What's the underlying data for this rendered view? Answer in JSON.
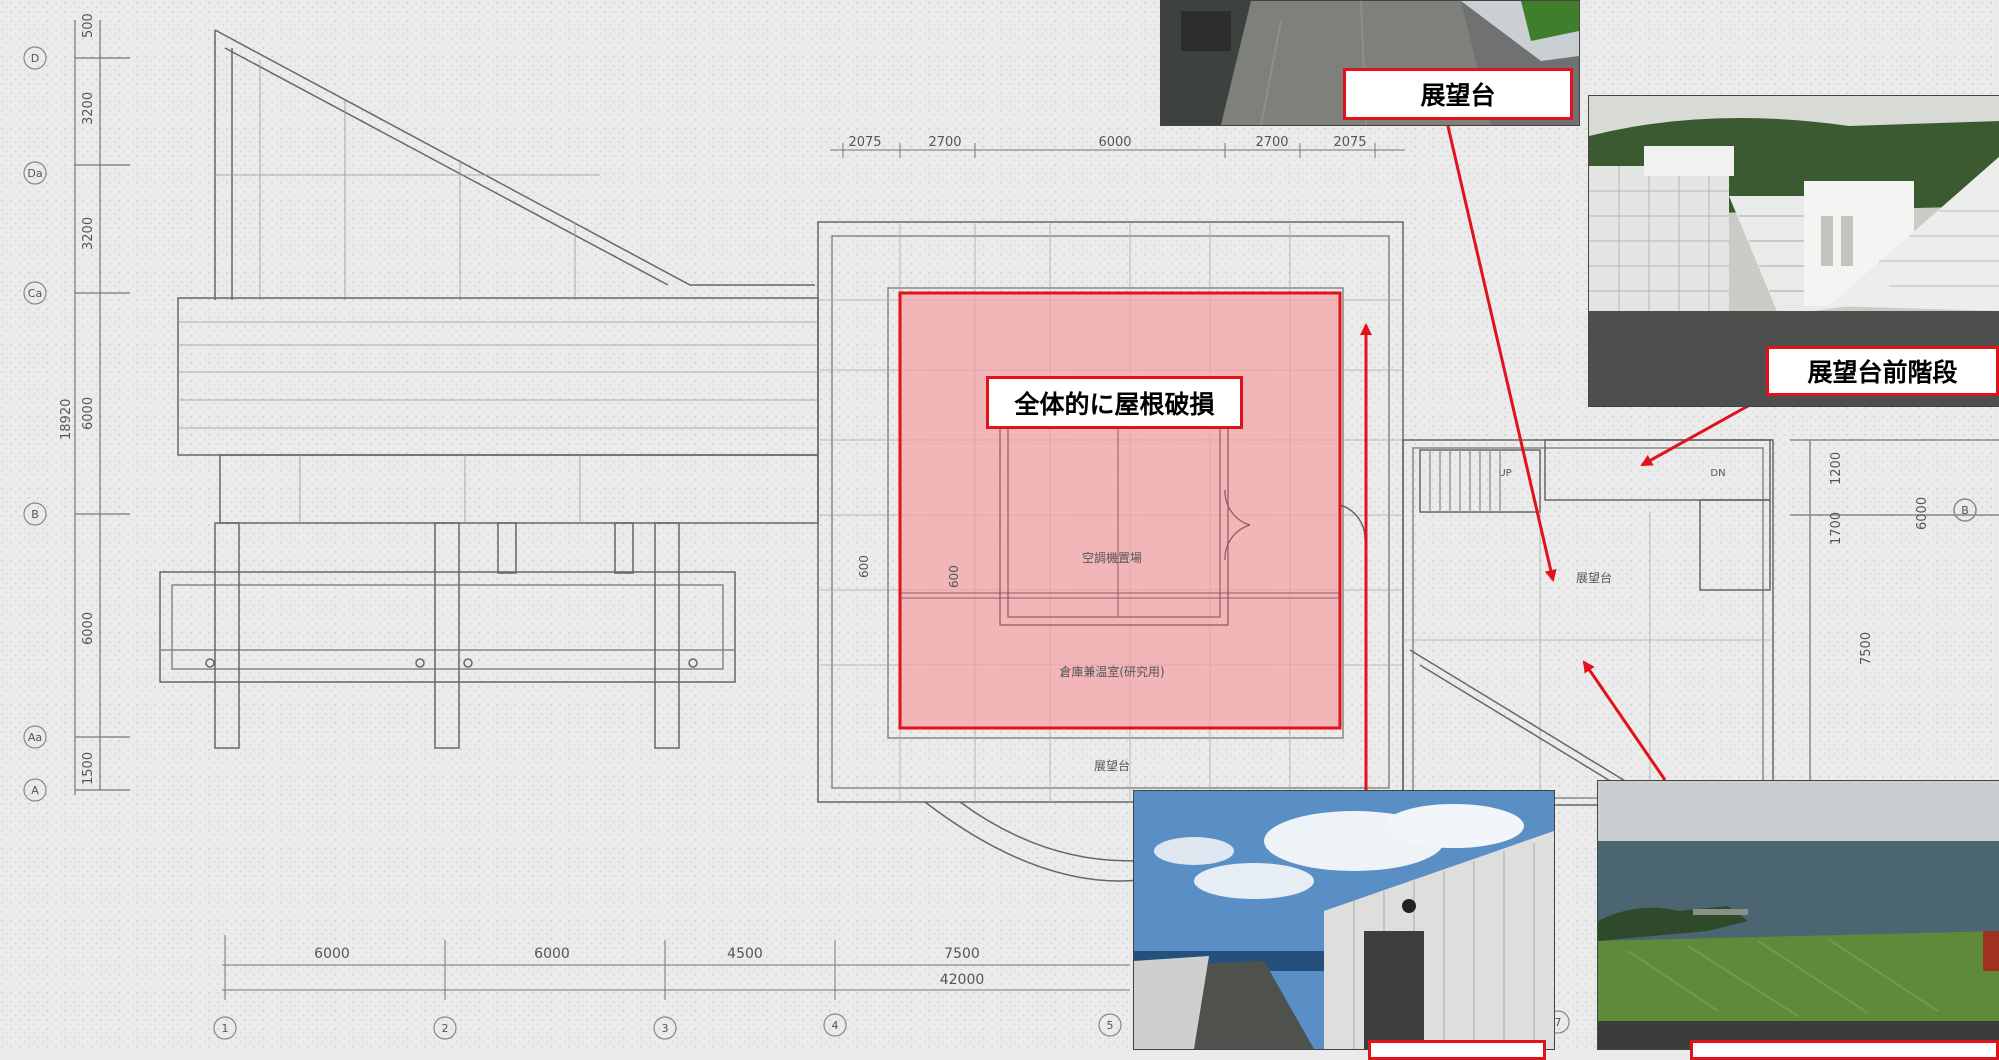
{
  "callouts": {
    "observation_deck": "展望台",
    "deck_front_stairs": "展望台前階段",
    "roof_damage": "全体的に屋根破損"
  },
  "plan_labels": {
    "ac_area": "空調機置場",
    "greenhouse": "倉庫兼温室(研究用)",
    "deck_lower": "展望台",
    "deck_right": "展望台",
    "up": "UP",
    "dn": "DN"
  },
  "dimensions": {
    "top": [
      "2075",
      "2700",
      "6000",
      "2700",
      "2075"
    ],
    "left": [
      "500",
      "3200",
      "3200",
      "6000",
      "6000",
      "1500"
    ],
    "left_total": "18920",
    "bottom": [
      "6000",
      "6000",
      "4500",
      "7500"
    ],
    "bottom_total": "42000",
    "right": [
      "1200",
      "1700",
      "6000",
      "7500"
    ],
    "inner_600_a": "600",
    "inner_600_b": "600"
  },
  "grid_axes": {
    "left": [
      "D",
      "Da",
      "Ca",
      "B",
      "Aa",
      "A"
    ],
    "bottom": [
      "1",
      "2",
      "3",
      "4",
      "5",
      "7"
    ],
    "right": [
      "B"
    ]
  },
  "colors": {
    "highlight_fill": "#f4a0a4",
    "highlight_stroke": "#e0121b",
    "arrow": "#e0121b"
  }
}
